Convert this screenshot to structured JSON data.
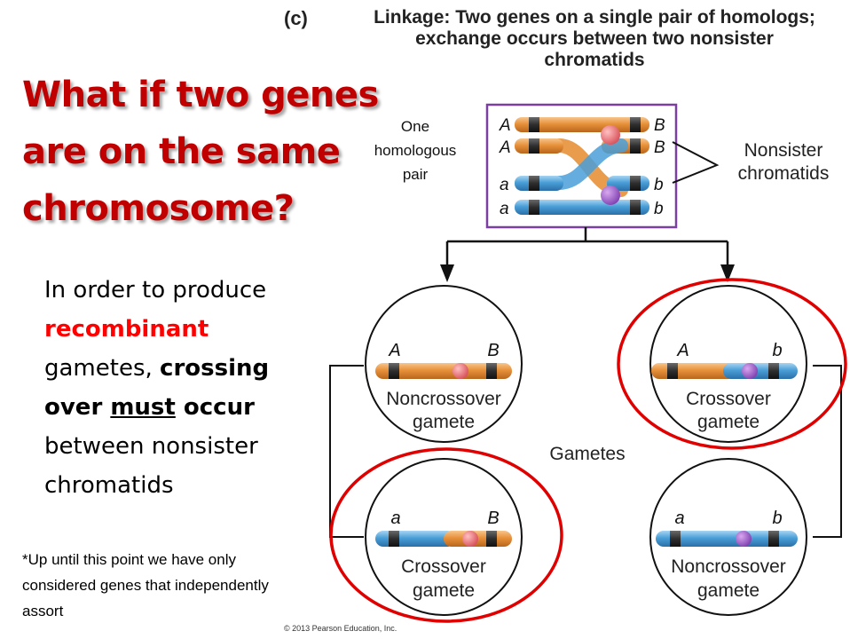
{
  "slide": {
    "title": "What if two genes are on the same chromosome?",
    "body": {
      "line1": "In order to produce",
      "recombinant": "recombinant",
      "gametes": "gametes, ",
      "crossing": "crossing",
      "over": "over ",
      "must": "must",
      "occur": " occur",
      "between": "between nonsister",
      "chromatids": "chromatids"
    },
    "footnote": "*Up until this point we have only considered genes that independently assort"
  },
  "figure": {
    "label": "(c)",
    "caption": "Linkage: Two genes on a single pair of homologs; exchange occurs between two nonsister chromatids",
    "homolog_label": [
      "One",
      "homologous",
      "pair"
    ],
    "nonsister_label": [
      "Nonsister",
      "chromatids"
    ],
    "alleles": {
      "A": "A",
      "B": "B",
      "a": "a",
      "b": "b"
    },
    "gametes_label": "Gametes",
    "gametes": [
      {
        "left": "A",
        "right": "B",
        "type": [
          "Noncrossover",
          "gamete"
        ],
        "left_color": "orange",
        "right_color": "orange",
        "highlighted": false
      },
      {
        "left": "A",
        "right": "b",
        "type": [
          "Crossover",
          "gamete"
        ],
        "left_color": "orange",
        "right_color": "blue",
        "highlighted": true
      },
      {
        "left": "a",
        "right": "B",
        "type": [
          "Crossover",
          "gamete"
        ],
        "left_color": "blue",
        "right_color": "orange",
        "highlighted": true
      },
      {
        "left": "a",
        "right": "b",
        "type": [
          "Noncrossover",
          "gamete"
        ],
        "left_color": "blue",
        "right_color": "blue",
        "highlighted": false
      }
    ],
    "copyright": "© 2013 Pearson Education, Inc."
  },
  "colors": {
    "title_red": "#c00000",
    "emphasis_red": "#ff0000",
    "orange_chromosome": "#e8913a",
    "blue_chromosome": "#4a9fd8",
    "purple_box": "#7a3fa0",
    "highlight_ring": "#e00000"
  }
}
